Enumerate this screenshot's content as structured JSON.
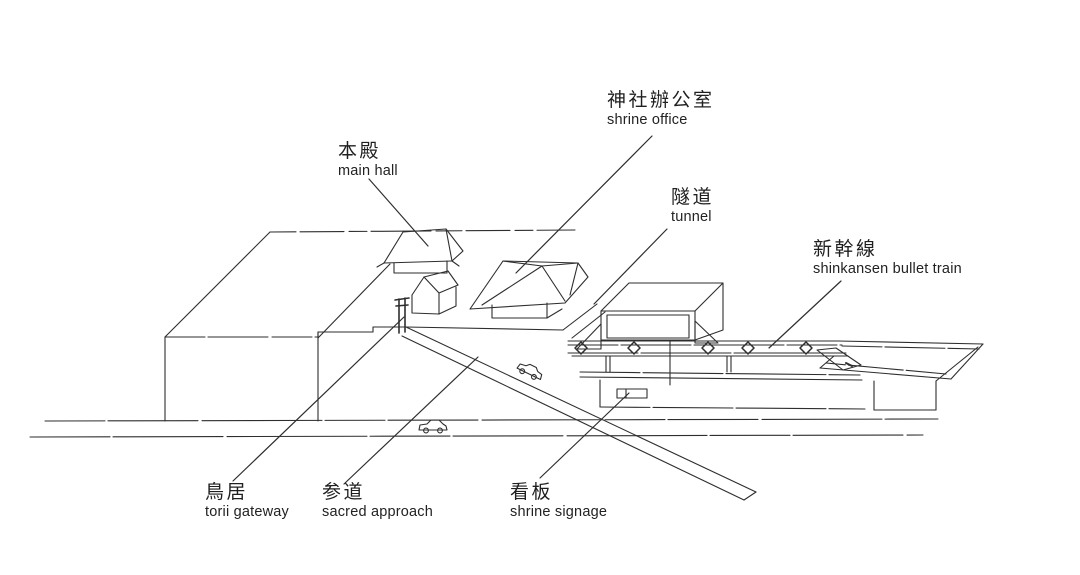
{
  "figure": {
    "type": "axonometric-architecture-diagram",
    "description": "line drawing of a hilltop shrine complex built over a shinkansen railway tunnel, with bilingual callout labels",
    "colors": {
      "background": "#ffffff",
      "line": "#2e2e2e",
      "text": "#222222"
    },
    "elements": [
      "hill-mass",
      "main-hall-building",
      "small-pavilion",
      "shrine-office-building",
      "torii-gateway",
      "approach-ramp",
      "tunnel-portal",
      "railway-track",
      "catenary-markers",
      "shinkansen-train",
      "elevated-deck",
      "support-pier",
      "shrine-signboard",
      "car-on-approach",
      "car-on-street",
      "ground-lines"
    ]
  },
  "labels": {
    "main_hall": {
      "cjk": "本殿",
      "en": "main hall"
    },
    "shrine_office": {
      "cjk": "神社辦公室",
      "en": "shrine office"
    },
    "tunnel": {
      "cjk": "隧道",
      "en": "tunnel"
    },
    "shinkansen": {
      "cjk": "新幹線",
      "en": "shinkansen bullet train"
    },
    "torii": {
      "cjk": "鳥居",
      "en": "torii gateway"
    },
    "approach": {
      "cjk": "参道",
      "en": "sacred approach"
    },
    "signage": {
      "cjk": "看板",
      "en": "shrine signage"
    }
  }
}
